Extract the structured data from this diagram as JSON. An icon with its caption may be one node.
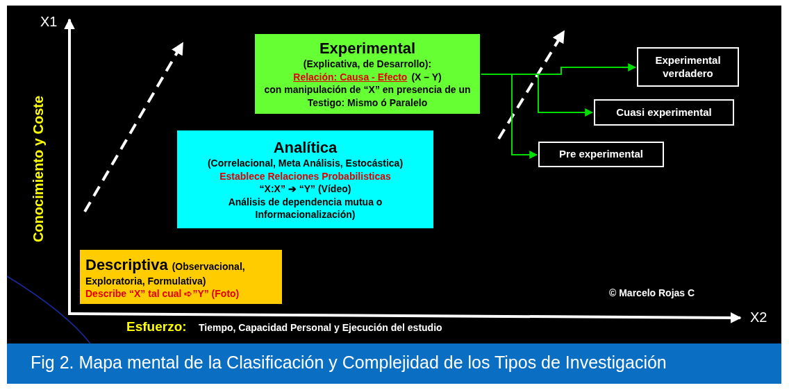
{
  "diagram": {
    "caption": "Fig 2. Mapa mental de la Clasificación y Complejidad de los Tipos de Investigación",
    "nodes": [
      {
        "text": [
          "Experimental",
          "(Explicativa, de Desarrollo):",
          "Relación: Causa -  Efecto",
          "(X – Y)",
          "con manipulación de “X” en presencia de un Testigo: Mismo ó Paralelo"
        ]
      },
      {
        "text": [
          "Analítica",
          "(Correlacional, Meta Análisis, Estocástica)",
          "Establece Relaciones Probabilisticas",
          "“X:X” ➔ “Y” (Vídeo)",
          "Análisis de dependencia mutua o Informacionalización)"
        ]
      },
      {
        "text": [
          "Descriptiva",
          "(Observacional, Exploratoria, Formulativa)",
          "Describe “X” tal cual ➪”Y” (Foto)"
        ]
      },
      {
        "text": [
          "Experimental verdadero"
        ]
      },
      {
        "text": [
          "Cuasi experimental"
        ]
      },
      {
        "text": [
          "Pre experimental"
        ]
      }
    ],
    "edges": [
      {
        "from": 0,
        "to": 3,
        "arrow": "to",
        "color": "#00dd00"
      },
      {
        "from": 0,
        "to": 4,
        "arrow": "to",
        "color": "#00dd00"
      },
      {
        "from": 0,
        "to": 5,
        "arrow": "to",
        "color": "#00dd00"
      }
    ],
    "labels": [
      "X1",
      "Conocimiento y Coste",
      "© Marcelo Rojas C",
      "X2",
      "Esfuerzo:",
      "Tiempo, Capacidad Personal y Ejecución del estudio"
    ]
  }
}
